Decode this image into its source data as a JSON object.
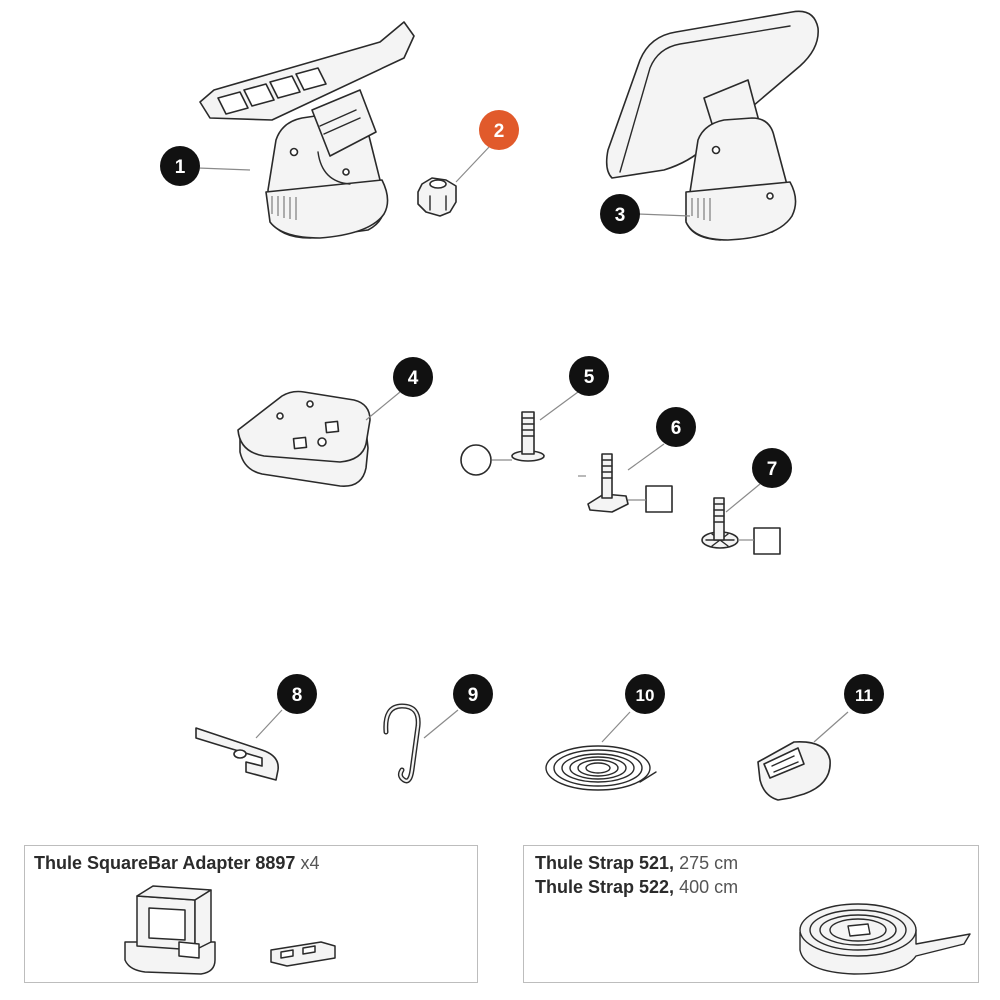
{
  "parts": [
    {
      "number": "1",
      "label_color": "#111111"
    },
    {
      "number": "2",
      "label_color": "#e15a2b"
    },
    {
      "number": "3",
      "label_color": "#111111"
    },
    {
      "number": "4",
      "label_color": "#111111"
    },
    {
      "number": "5",
      "label_color": "#111111"
    },
    {
      "number": "6",
      "label_color": "#111111"
    },
    {
      "number": "7",
      "label_color": "#111111"
    },
    {
      "number": "8",
      "label_color": "#111111"
    },
    {
      "number": "9",
      "label_color": "#111111"
    },
    {
      "number": "10",
      "label_color": "#111111"
    },
    {
      "number": "11",
      "label_color": "#111111"
    }
  ],
  "accessories": {
    "adapter": {
      "name": "Thule SquareBar Adapter 8897",
      "quantity": "x4"
    },
    "straps": [
      {
        "name": "Thule Strap 521,",
        "length": "275 cm"
      },
      {
        "name": "Thule Strap 522,",
        "length": "400 cm"
      }
    ]
  },
  "colors": {
    "outline": "#2a2a2a",
    "fill": "#f4f4f4",
    "box_border": "#bdbdbd",
    "highlight_badge": "#e15a2b"
  }
}
